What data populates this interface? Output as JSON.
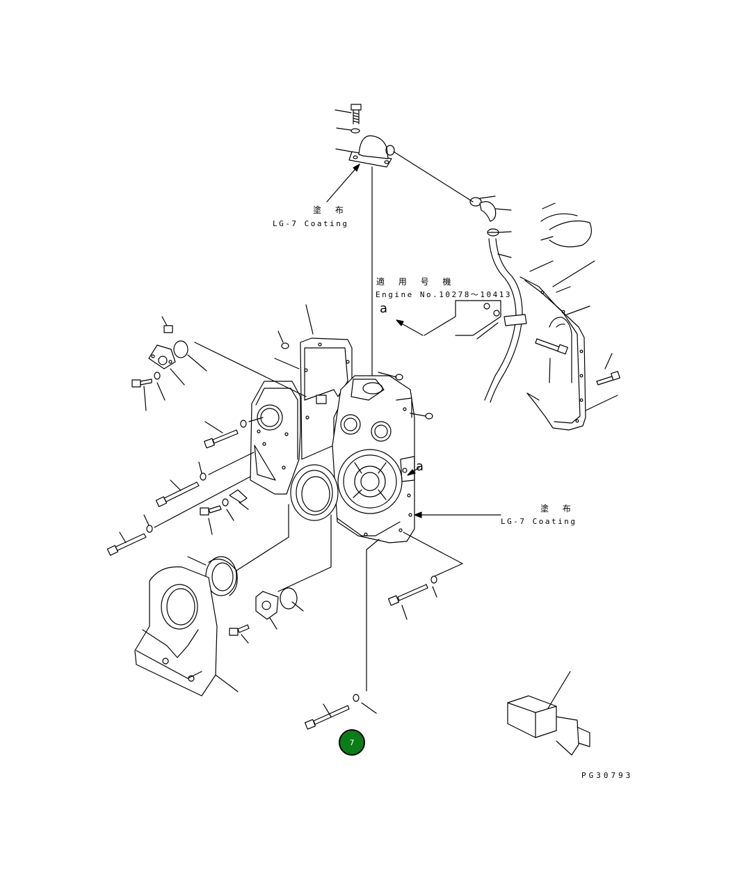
{
  "labels": {
    "coating_jp_top": "塗 布",
    "coating_en_top": "LG-7 Coating",
    "engine_jp": "適 用 号 機",
    "engine_en": "Engine No.10278～10413",
    "ref_a_left": "a",
    "ref_a_right": "a",
    "coating_jp_right": "塗 布",
    "coating_en_right": "LG-7 Coating",
    "figure_code": "PG30793"
  },
  "hotspots": [
    {
      "label": "7",
      "color": "#0b7d18"
    }
  ],
  "colors": {
    "line": "#000000",
    "background": "#ffffff",
    "hotspot": "#0b7d18"
  }
}
